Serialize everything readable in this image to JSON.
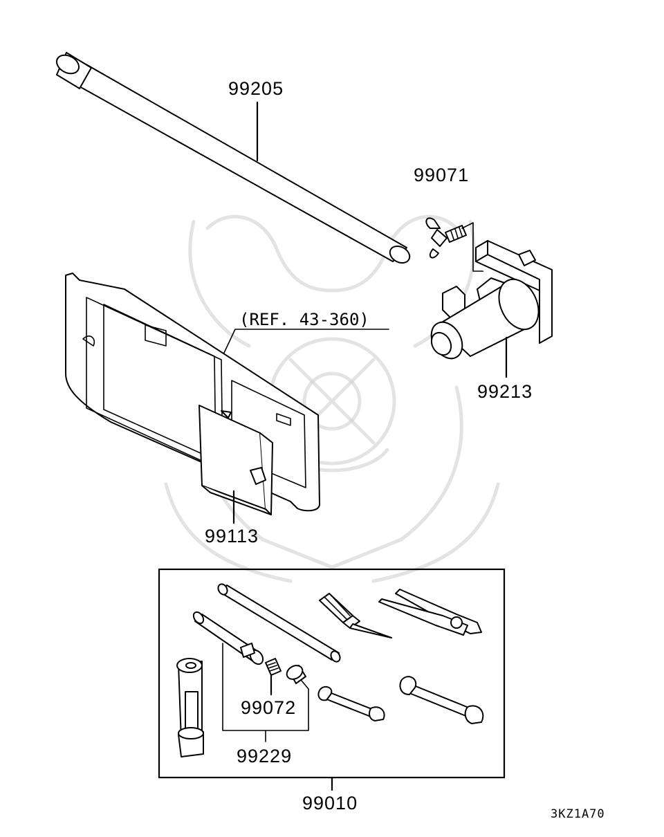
{
  "diagram": {
    "callouts": {
      "p99205": "99205",
      "p99071": "99071",
      "ref": "(REF. 43-360)",
      "p99213": "99213",
      "p99113": "99113",
      "p99072": "99072",
      "p99229": "99229",
      "p99010": "99010"
    },
    "drawing_code": "3KZ1A70"
  }
}
